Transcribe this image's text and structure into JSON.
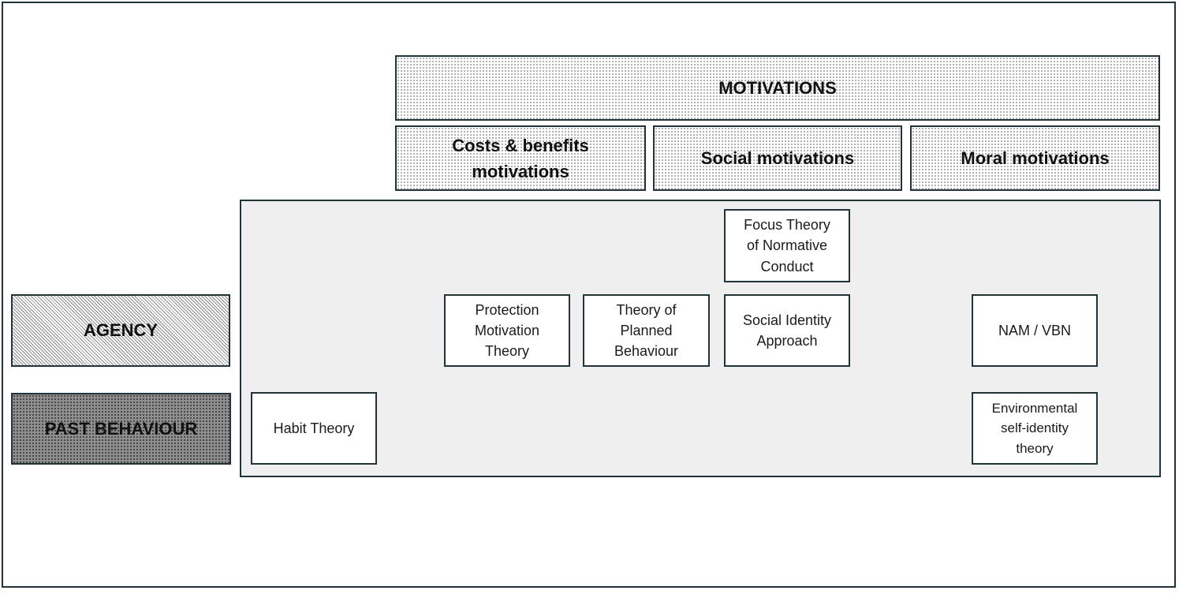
{
  "motivations": {
    "title": "MOTIVATIONS",
    "categories": [
      {
        "line1": "Costs & benefits",
        "line2": "motivations"
      },
      {
        "label": "Social motivations"
      },
      {
        "label": "Moral motivations"
      }
    ]
  },
  "side_labels": {
    "agency": "AGENCY",
    "past_behaviour": "PAST BEHAVIOUR"
  },
  "theories": {
    "focus_theory": [
      "Focus Theory",
      "of Normative",
      "Conduct"
    ],
    "protection_motivation": [
      "Protection",
      "Motivation",
      "Theory"
    ],
    "planned_behaviour": [
      "Theory of",
      "Planned",
      "Behaviour"
    ],
    "social_identity": [
      "Social Identity",
      "Approach"
    ],
    "nam_vbn": "NAM / VBN",
    "habit_theory": "Habit Theory",
    "environmental_identity": [
      "Environmental",
      "self-identity",
      "theory"
    ]
  },
  "colors": {
    "border": "#1f3339",
    "panel_bg": "#efefef",
    "past_behaviour_fill": "#8f8f8f"
  }
}
